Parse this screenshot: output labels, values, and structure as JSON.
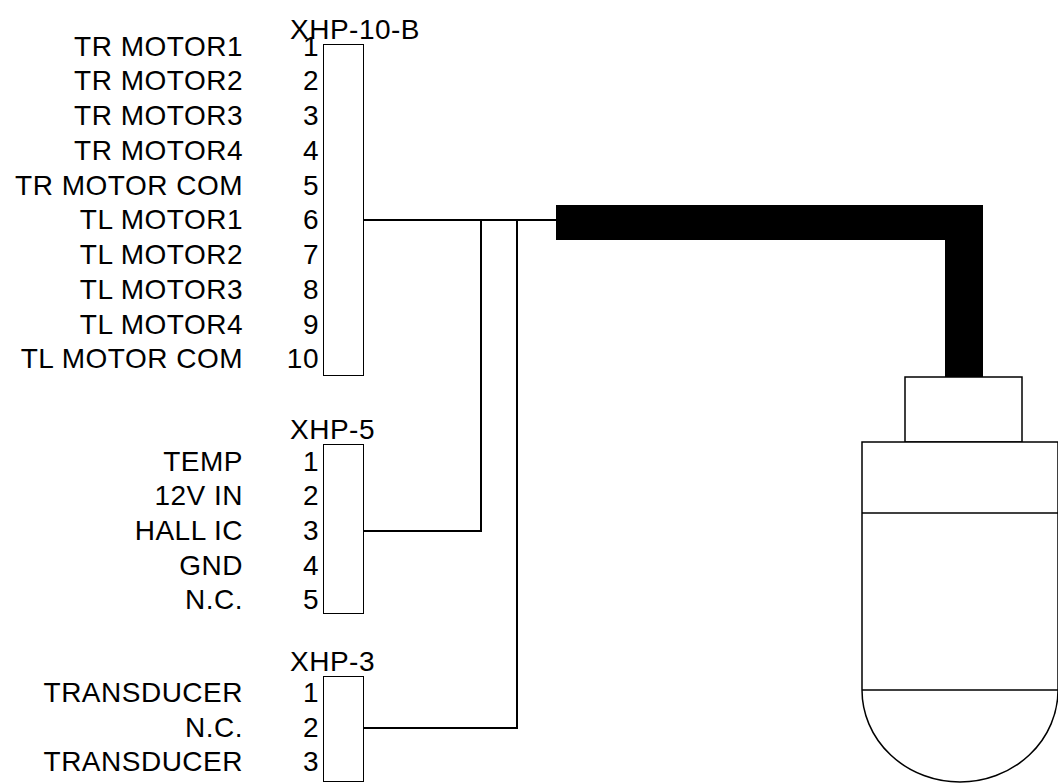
{
  "diagram": {
    "nodes": [
      {
        "text": [
          "XHP-10-B"
        ]
      },
      {
        "text": [
          "XHP-5"
        ]
      },
      {
        "text": [
          "XHP-3"
        ]
      }
    ],
    "labels": [
      "TR MOTOR1",
      "1",
      "TR MOTOR2",
      "2",
      "TR MOTOR3",
      "3",
      "TR MOTOR4",
      "4",
      "TR MOTOR COM",
      "5",
      "TL MOTOR1",
      "6",
      "TL MOTOR2",
      "7",
      "TL MOTOR3",
      "8",
      "TL MOTOR4",
      "9",
      "TL MOTOR COM",
      "10",
      "TEMP",
      "1",
      "12V IN",
      "2",
      "HALL IC",
      "3",
      "GND",
      "4",
      "N.C.",
      "5",
      "TRANSDUCER",
      "1",
      "N.C.",
      "2",
      "TRANSDUCER",
      "3"
    ]
  }
}
